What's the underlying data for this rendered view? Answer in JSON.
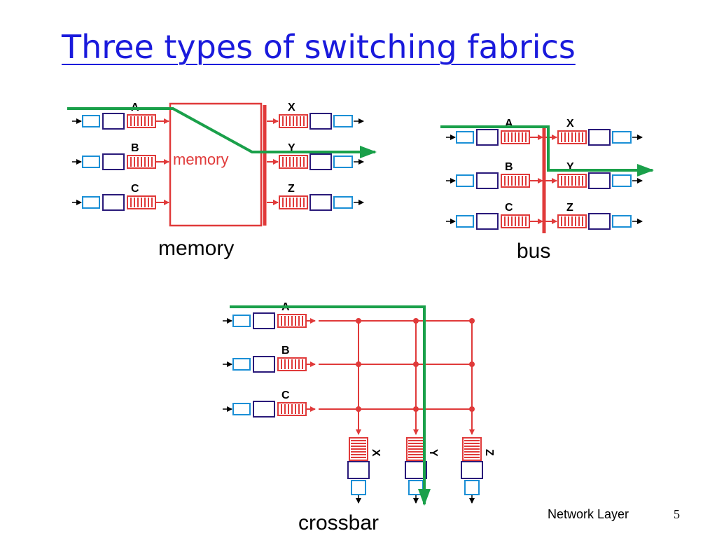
{
  "slide": {
    "title": "Three types of switching fabrics",
    "footer": "Network Layer",
    "page_number": "5"
  },
  "fabrics": [
    {
      "id": "memory",
      "caption": "memory",
      "inner_label": "memory",
      "inputs": [
        "A",
        "B",
        "C"
      ],
      "outputs": [
        "X",
        "Y",
        "Z"
      ]
    },
    {
      "id": "bus",
      "caption": "bus",
      "inputs": [
        "A",
        "B",
        "C"
      ],
      "outputs": [
        "X",
        "Y",
        "Z"
      ]
    },
    {
      "id": "crossbar",
      "caption": "crossbar",
      "inputs": [
        "A",
        "B",
        "C"
      ],
      "outputs": [
        "X",
        "Y",
        "Z"
      ]
    }
  ],
  "colors": {
    "title": "#1a1adc",
    "fabric_red": "#e03a3a",
    "path_green": "#1aa04a",
    "port_purple": "#2a1a7a",
    "port_cyan": "#1a8fd6"
  }
}
